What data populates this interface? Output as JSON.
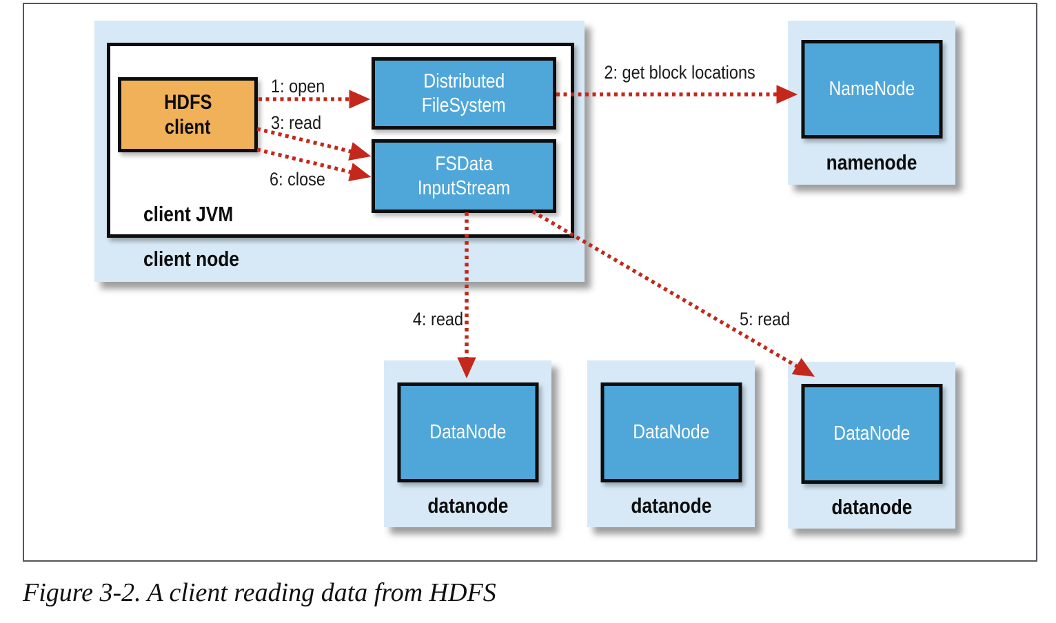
{
  "caption": "Figure 3-2. A client reading data from HDFS",
  "client_node": {
    "node_label": "client node",
    "jvm_label": "client JVM",
    "hdfs_client": {
      "line1": "HDFS",
      "line2": "client"
    },
    "distributed_filesystem": {
      "line1": "Distributed",
      "line2": "FileSystem"
    },
    "fsdata_inputstream": {
      "line1": "FSData",
      "line2": "InputStream"
    }
  },
  "namenode": {
    "box_label": "NameNode",
    "node_label": "namenode"
  },
  "datanodes": [
    {
      "box_label": "DataNode",
      "node_label": "datanode"
    },
    {
      "box_label": "DataNode",
      "node_label": "datanode"
    },
    {
      "box_label": "DataNode",
      "node_label": "datanode"
    }
  ],
  "arrows": {
    "step1": "1: open",
    "step2": "2: get block locations",
    "step3": "3: read",
    "step4": "4: read",
    "step5": "5: read",
    "step6": "6: close"
  },
  "colors": {
    "container_blue": "#d7e9f6",
    "box_blue": "#4fa6d9",
    "client_orange": "#f1b159",
    "arrow_red": "#c4271b",
    "border_black": "#0d0d0d",
    "frame_gray": "#53565a"
  }
}
